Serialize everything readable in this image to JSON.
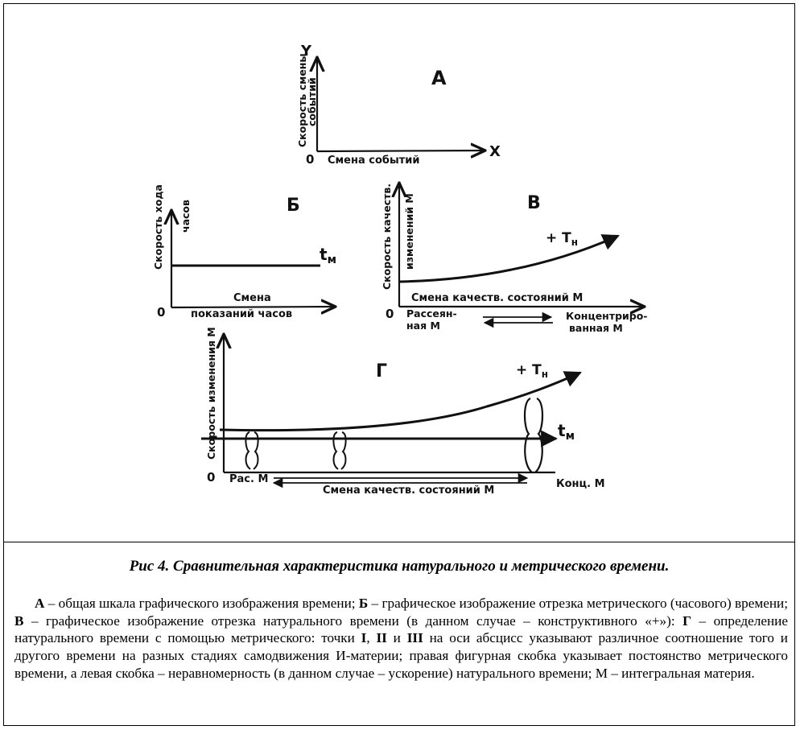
{
  "panels": {
    "a": {
      "label": "А",
      "axis_y": "Y",
      "axis_x": "X",
      "origin": "0",
      "ylabel_line1": "Скорость смены",
      "ylabel_line2": "событий",
      "xlabel": "Смена событий"
    },
    "b": {
      "label": "Б",
      "origin": "0",
      "ylabel_line1": "Скорость хода",
      "ylabel_line2": "часов",
      "line_label": "t",
      "line_label_sub": "м",
      "xlabel_line1": "Смена",
      "xlabel_line2": "показаний часов"
    },
    "v": {
      "label": "В",
      "origin": "0",
      "ylabel_line1": "Скорость качеств.",
      "ylabel_line2": "изменений М",
      "curve_label": "+ Т",
      "curve_label_sub": "н",
      "xlabel": "Смена качеств. состояний  М",
      "left_line1": "Рассеян-",
      "left_line2": "ная М",
      "right_line1": "Концентриро-",
      "right_line2": "ванная М"
    },
    "g": {
      "label": "Г",
      "origin": "0",
      "ylabel": "Скорость изменения М",
      "curve_label": "+ Т",
      "curve_label_sub": "н",
      "line_label": "t",
      "line_label_sub": "м",
      "left_end": "Рас. М",
      "right_end": "Конц. М",
      "xlabel": "Смена качеств. состояний М"
    }
  },
  "caption": {
    "title": "Рис 4. Сравнительная характеристика натурального и метрического времени.",
    "body": [
      {
        "b": true,
        "t": "А"
      },
      {
        "b": false,
        "t": " – общая шкала графического изображения времени; "
      },
      {
        "b": true,
        "t": "Б"
      },
      {
        "b": false,
        "t": " – графическое изображение отрезка метрического (часового) времени; "
      },
      {
        "b": true,
        "t": "В"
      },
      {
        "b": false,
        "t": " – графическое изображение отрезка натурального времени (в данном случае – конструктивного «+»): "
      },
      {
        "b": true,
        "t": "Г"
      },
      {
        "b": false,
        "t": " – определение натурального времени с помощью метрического: точки "
      },
      {
        "b": true,
        "t": "I"
      },
      {
        "b": false,
        "t": ", "
      },
      {
        "b": true,
        "t": "II"
      },
      {
        "b": false,
        "t": " и "
      },
      {
        "b": true,
        "t": "III"
      },
      {
        "b": false,
        "t": " на оси абсцисс указывают различное соотношение того и другого времени на разных стадиях самодвижения И-материи; правая фигурная скобка указывает постоянство метрического времени, а левая скобка – неравномерность (в данном случае – ускорение) натурального времени; М – интегральная материя."
      }
    ]
  }
}
